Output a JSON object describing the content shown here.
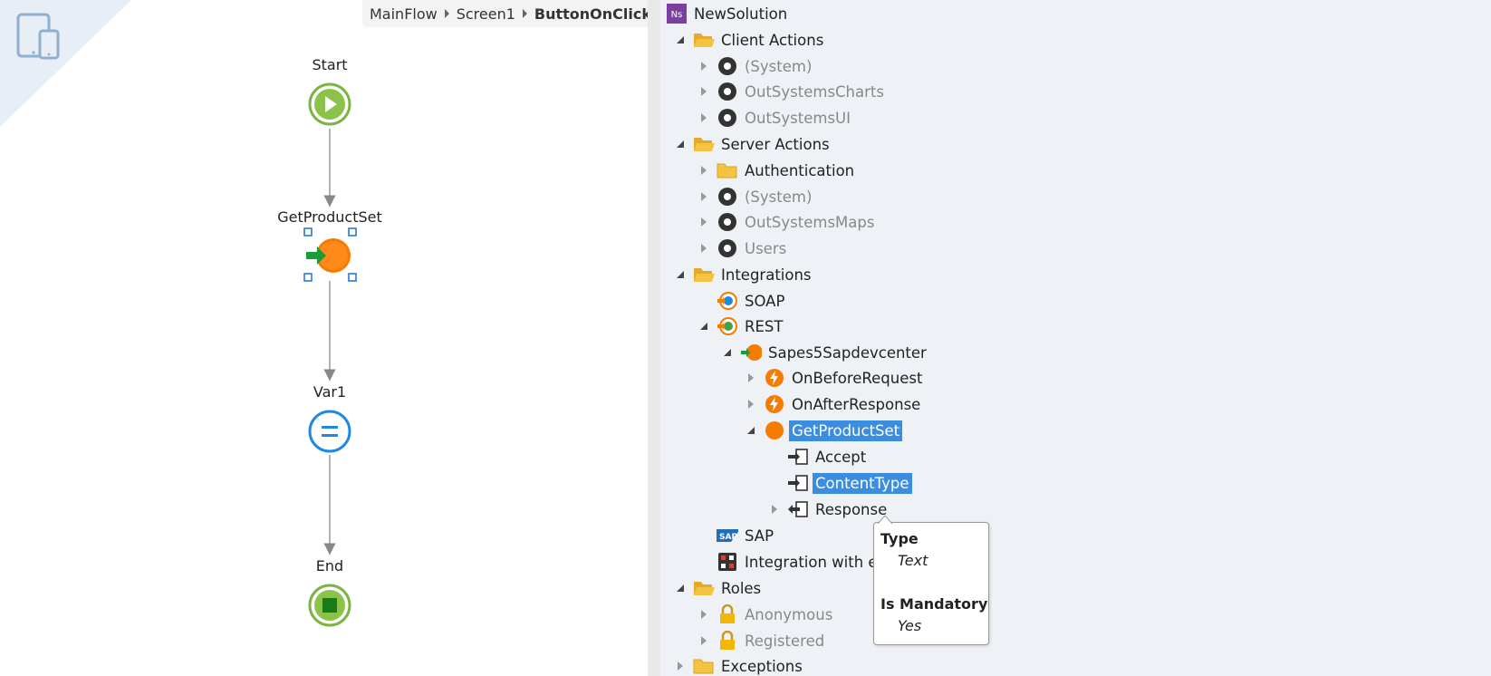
{
  "breadcrumb": {
    "items": [
      "MainFlow",
      "Screen1"
    ],
    "current": "ButtonOnClick"
  },
  "flow": {
    "nodes": [
      {
        "id": "start",
        "label": "Start",
        "icon": "play-icon",
        "color": "#7cb342"
      },
      {
        "id": "getproductset",
        "label": "GetProductSet",
        "icon": "integration-action-icon",
        "color": "#f57c00"
      },
      {
        "id": "var1",
        "label": "Var1",
        "icon": "assign-icon",
        "color": "#1e88e5"
      },
      {
        "id": "end",
        "label": "End",
        "icon": "stop-icon",
        "color": "#7cb342"
      }
    ]
  },
  "tree": {
    "root": "NewSolution",
    "root_badge": "Ns",
    "client_actions": {
      "label": "Client Actions",
      "items": [
        "(System)",
        "OutSystemsCharts",
        "OutSystemsUI"
      ]
    },
    "server_actions": {
      "label": "Server Actions",
      "authentication": "Authentication",
      "items": [
        "(System)",
        "OutSystemsMaps",
        "Users"
      ]
    },
    "integrations": {
      "label": "Integrations",
      "soap": "SOAP",
      "rest": "REST",
      "service": "Sapes5Sapdevcenter",
      "on_before": "OnBeforeRequest",
      "on_after": "OnAfterResponse",
      "method": "GetProductSet",
      "accept": "Accept",
      "content_type": "ContentType",
      "response": "Response",
      "sap": "SAP",
      "sap_badge": "SAP",
      "external": "Integration with ex"
    },
    "roles": {
      "label": "Roles",
      "items": [
        "Anonymous",
        "Registered"
      ]
    },
    "exceptions": "Exceptions"
  },
  "tooltip": {
    "type_key": "Type",
    "type_value": "Text",
    "mandatory_key": "Is Mandatory",
    "mandatory_value": "Yes"
  },
  "colors": {
    "selection": "#3b8de0",
    "folder": "#f5c342",
    "tree_bg": "#eef1f5"
  }
}
